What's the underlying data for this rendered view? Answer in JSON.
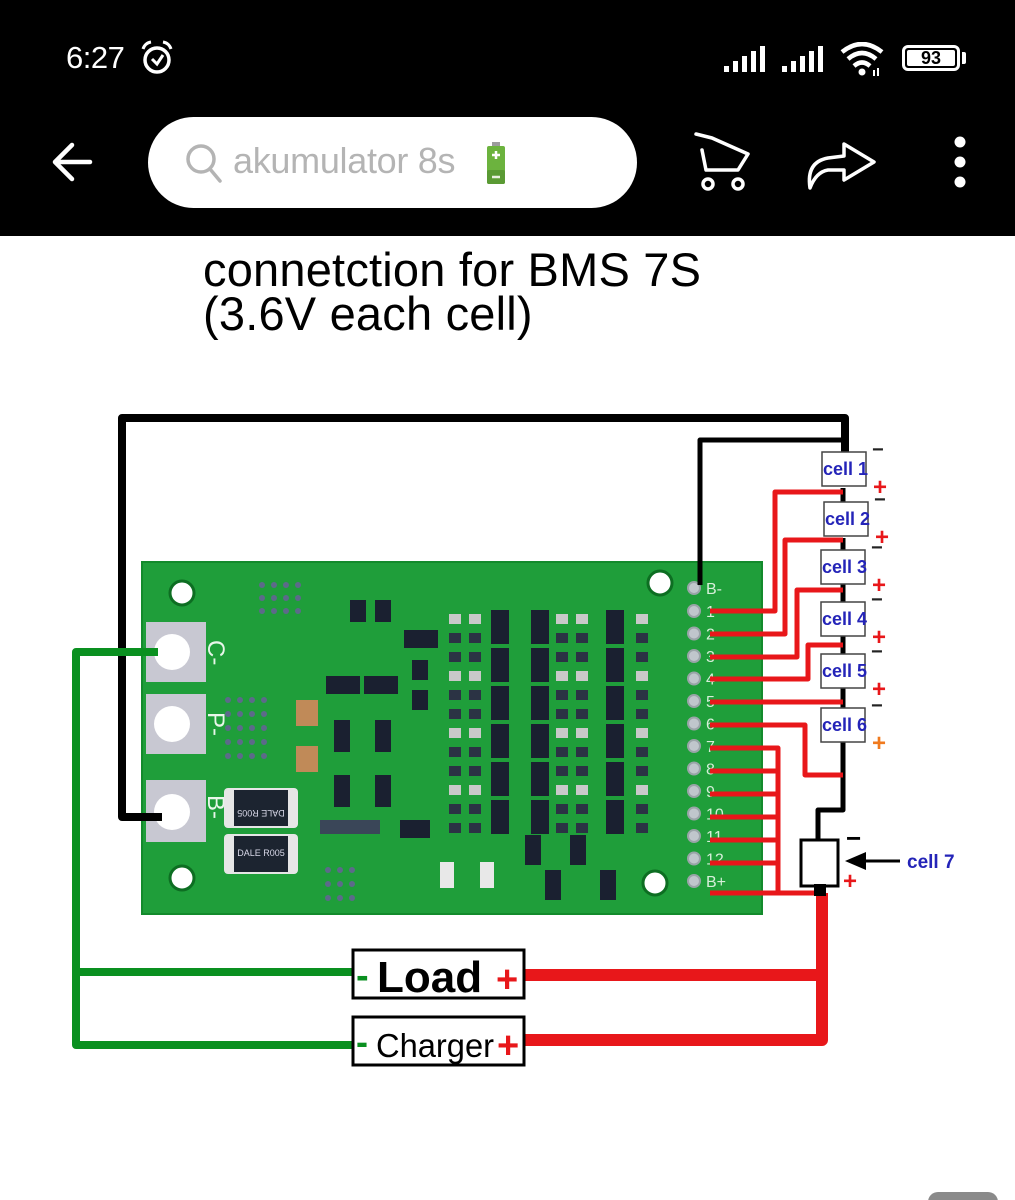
{
  "status_bar": {
    "time": "6:27",
    "alarm_icon": "alarm-clock-icon",
    "signal_icons": [
      "signal-strength-icon",
      "signal-strength-icon"
    ],
    "wifi_icon": "wifi-icon",
    "battery_level": "93"
  },
  "app_bar": {
    "back_icon": "arrow-left-icon",
    "search": {
      "icon": "search-icon",
      "query": "akumulator 8s",
      "trailing_emoji": "battery-emoji-icon"
    },
    "actions": [
      {
        "name": "cart",
        "icon": "shopping-cart-icon"
      },
      {
        "name": "share",
        "icon": "share-arrow-icon"
      },
      {
        "name": "more",
        "icon": "more-vertical-icon"
      }
    ]
  },
  "diagram": {
    "title_line1": "connetction for BMS 7S",
    "title_line2": "(3.6V each cell)",
    "board_pad_labels": [
      "C-",
      "P-",
      "B-"
    ],
    "board_resistor_labels": [
      "DALE R005",
      "DALE R005"
    ],
    "header_pin_labels": [
      "B-",
      "1",
      "2",
      "3",
      "4",
      "5",
      "6",
      "7",
      "8",
      "9",
      "10",
      "11",
      "12",
      "B+"
    ],
    "cells": [
      {
        "label": "cell 1",
        "neg": "−",
        "pos": "+"
      },
      {
        "label": "cell 2",
        "neg": "−",
        "pos": "+"
      },
      {
        "label": "cell 3",
        "neg": "−",
        "pos": "+"
      },
      {
        "label": "cell 4",
        "neg": "−",
        "pos": "+"
      },
      {
        "label": "cell 5",
        "neg": "−",
        "pos": "+"
      },
      {
        "label": "cell 6",
        "neg": "−",
        "pos": "+"
      }
    ],
    "cell7": {
      "label": "cell 7",
      "neg": "−",
      "pos": "+"
    },
    "load_box": {
      "neg": "-",
      "label": "Load",
      "pos": "+"
    },
    "charger_box": {
      "neg": "-",
      "label": "Charger",
      "pos": "+"
    },
    "colors": {
      "pcb_green": "#1f9e3a",
      "wire_black": "#000000",
      "wire_red": "#e8171a",
      "wire_green": "#0a9020",
      "cell_label": "#2424b8",
      "cell6_plus": "#f07a1e"
    }
  }
}
